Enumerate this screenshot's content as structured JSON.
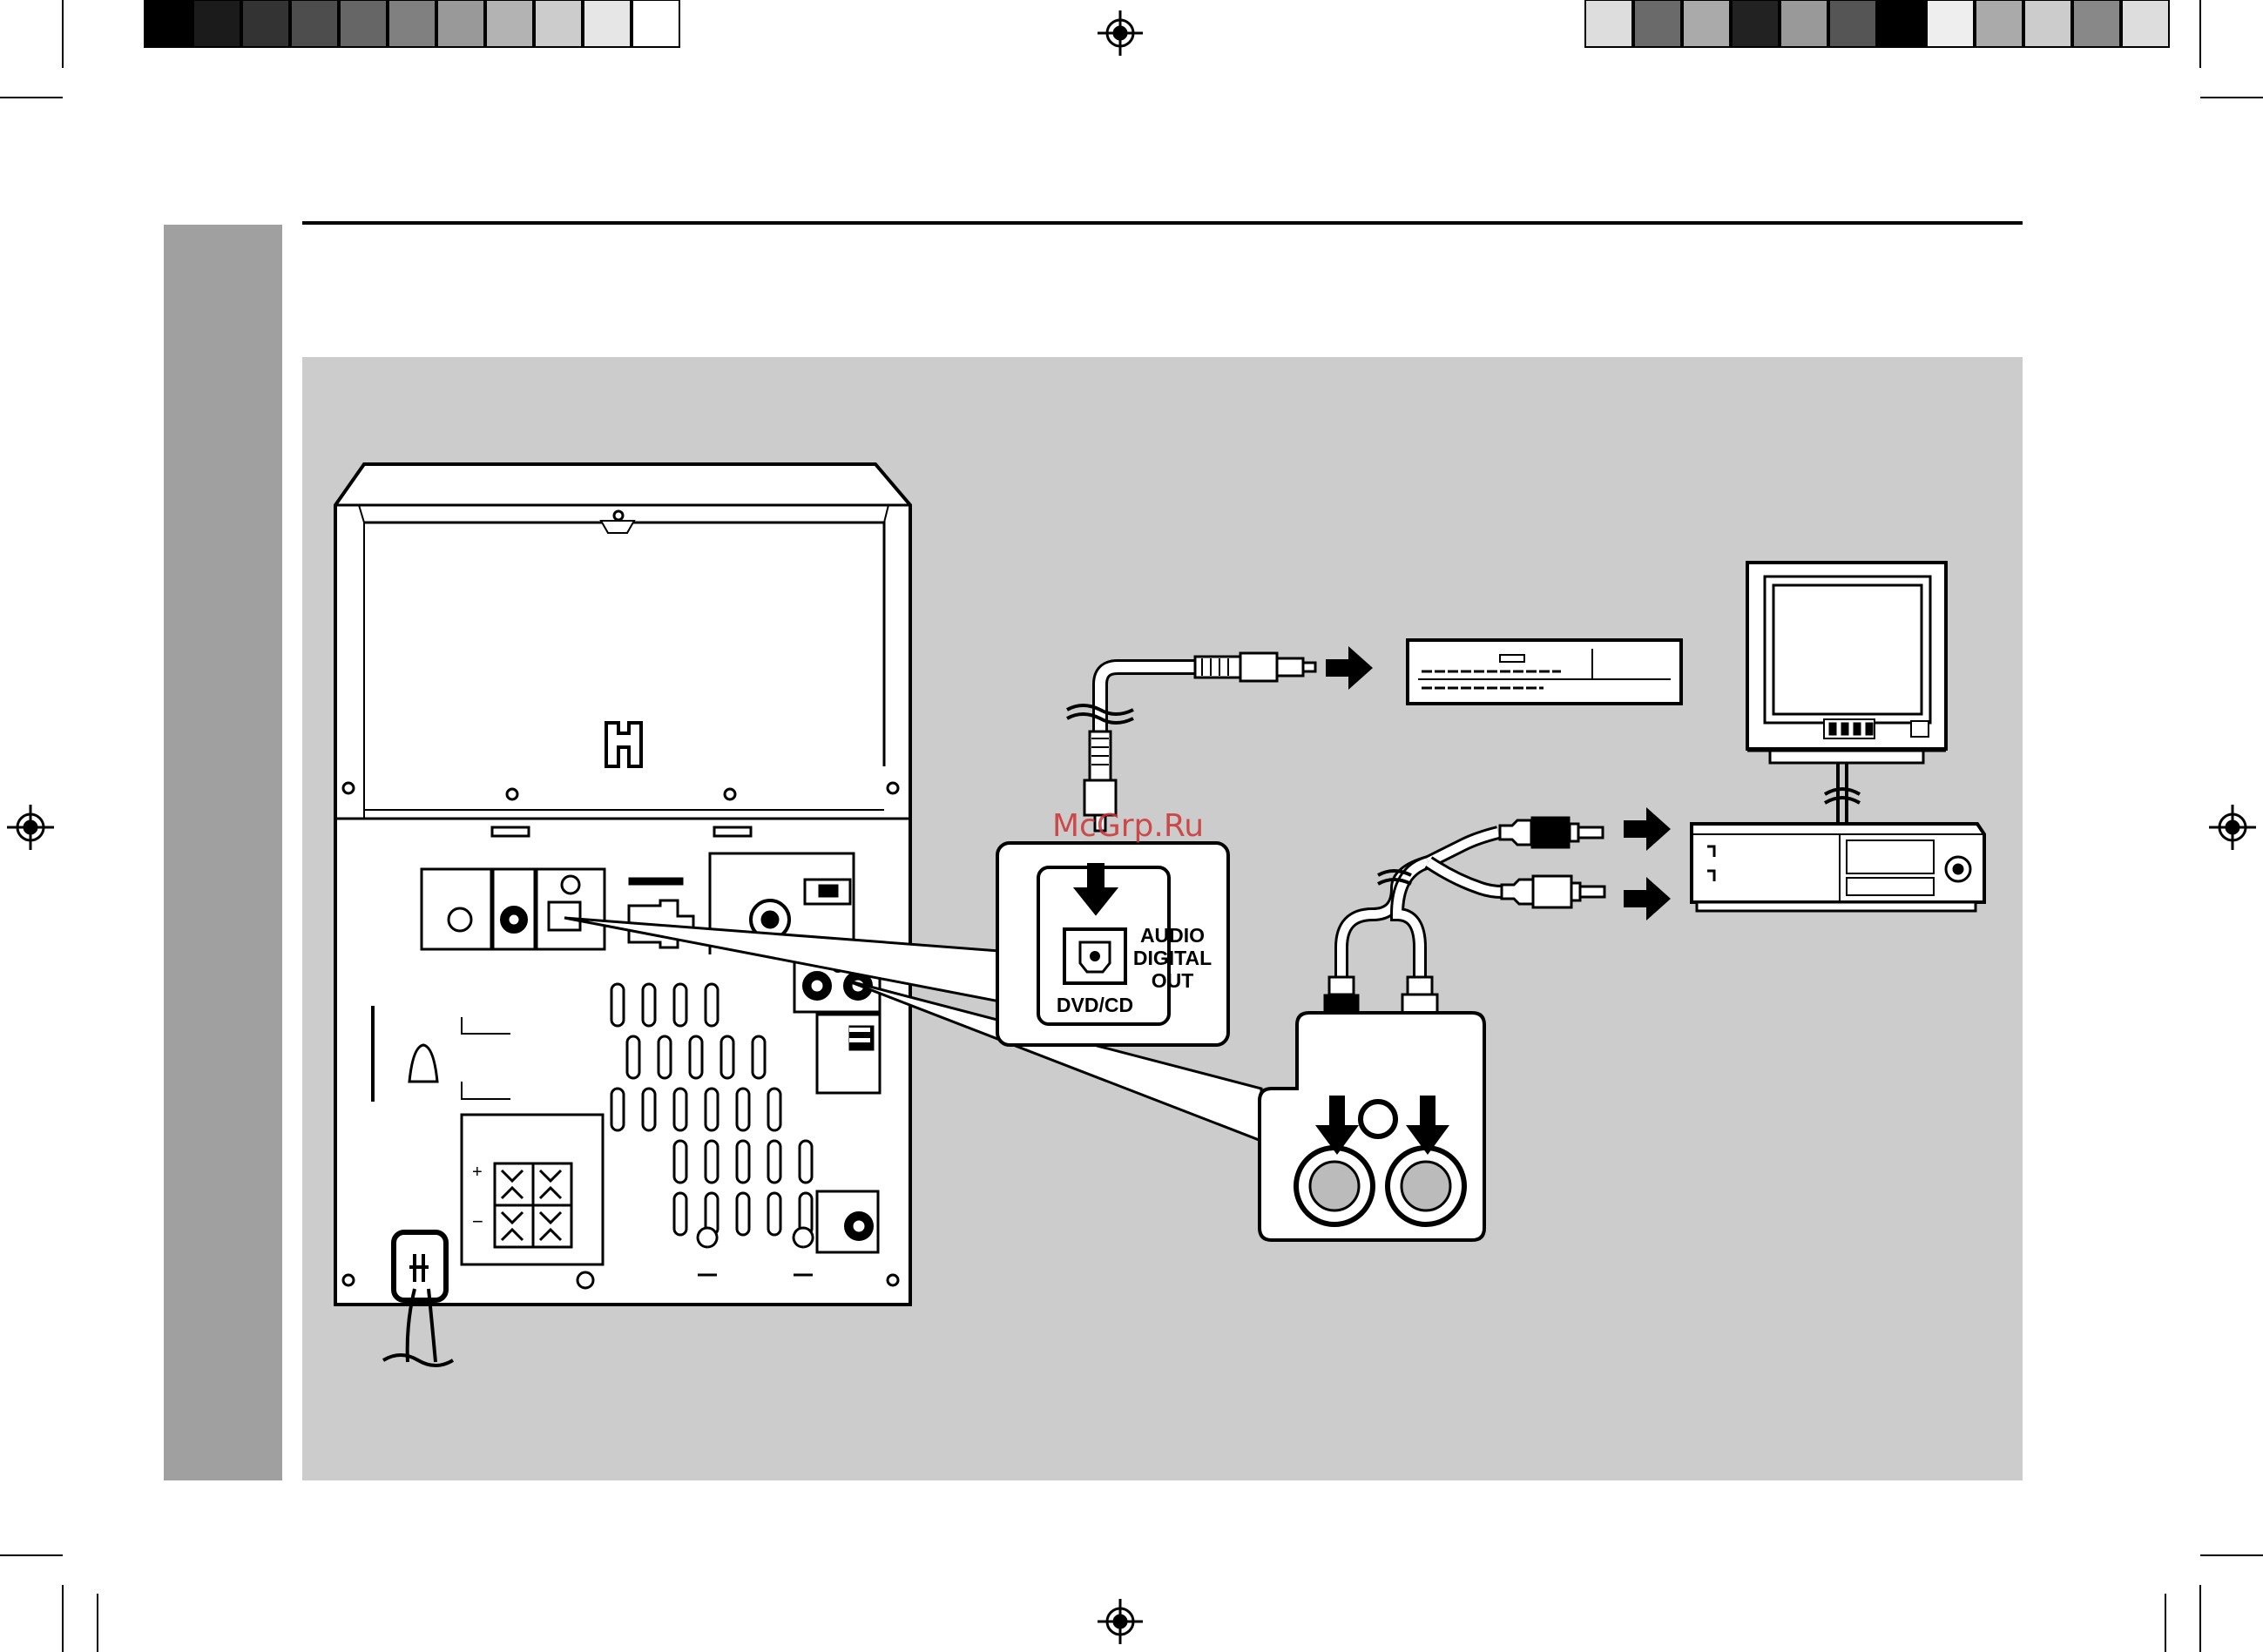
{
  "callout_optical": {
    "label_lines": [
      "AUDIO",
      "DIGITAL",
      "OUT"
    ],
    "jack_label": "DVD/CD"
  },
  "watermark": "McGrp.Ru",
  "speaker_terminal": {
    "plus": "+",
    "minus": "−"
  }
}
